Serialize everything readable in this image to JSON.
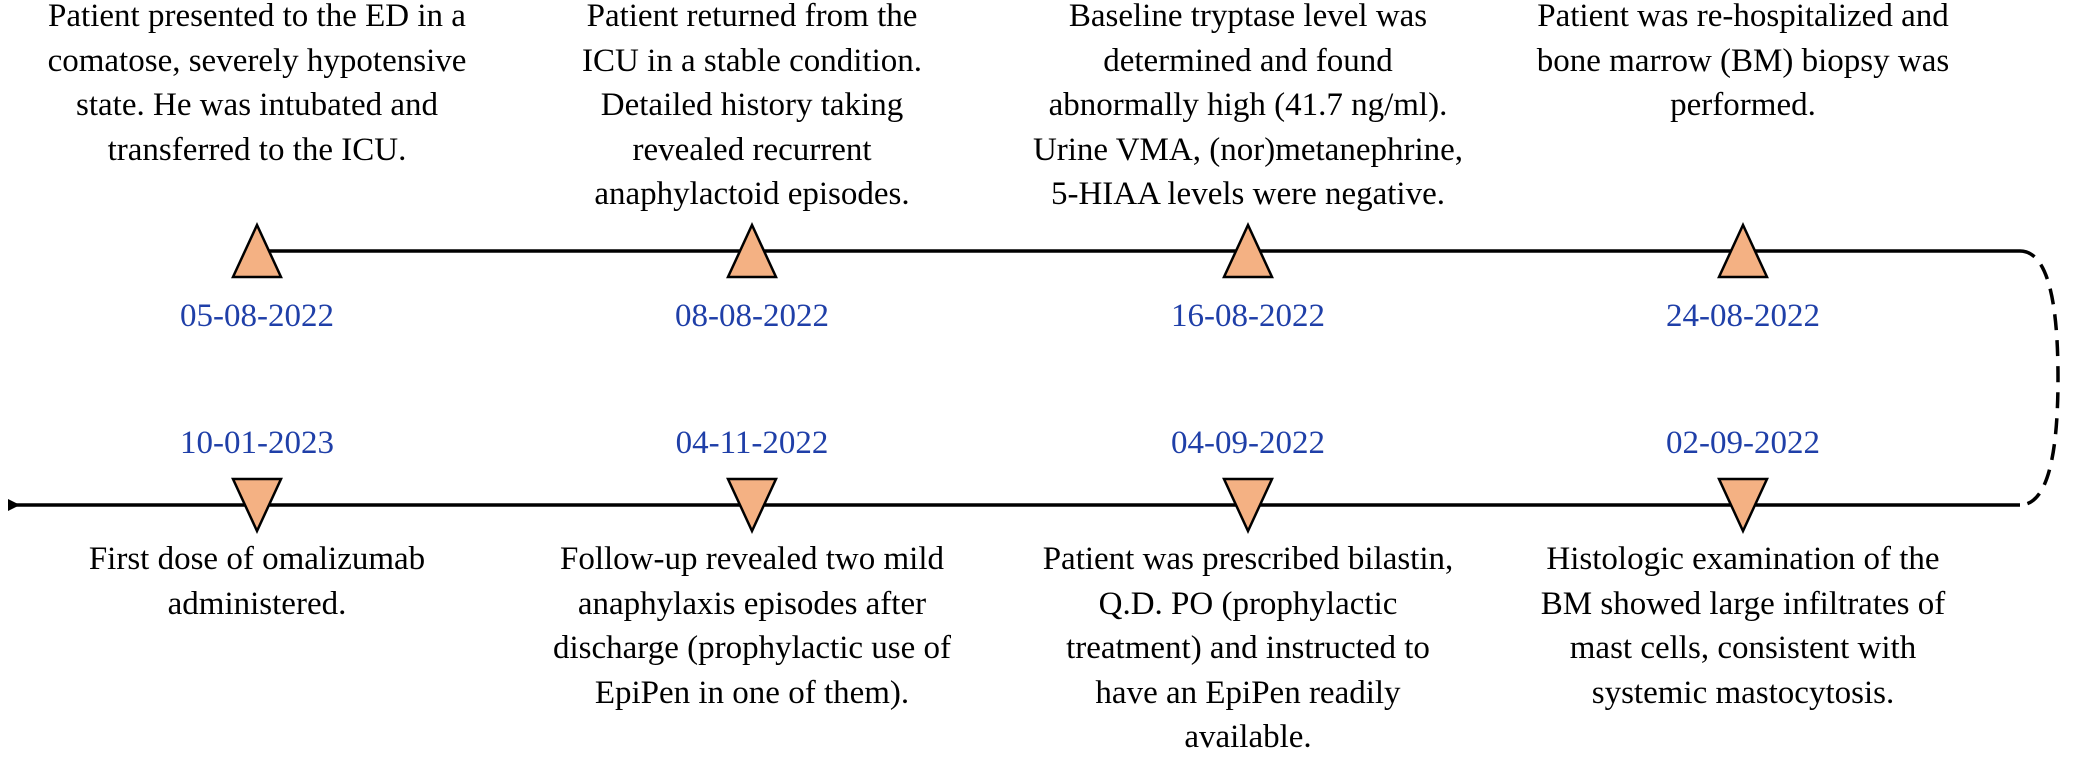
{
  "colors": {
    "line": "#000000",
    "marker_fill": "#F4B183",
    "marker_stroke": "#000000",
    "date_text": "#1F3FA8",
    "body_text": "#000000"
  },
  "timeline": {
    "top_row": [
      {
        "date": "05-08-2022",
        "lines": [
          "Patient presented to the ED in a",
          "comatose, severely hypotensive",
          "state. He was intubated and",
          "transferred to the ICU."
        ]
      },
      {
        "date": "08-08-2022",
        "lines": [
          "Patient returned from the",
          "ICU in a stable condition.",
          "Detailed history taking",
          "revealed recurrent",
          "anaphylactoid episodes."
        ]
      },
      {
        "date": "16-08-2022",
        "lines": [
          "Baseline tryptase level was",
          "determined and found",
          "abnormally high (41.7 ng/ml).",
          "Urine VMA, (nor)metanephrine,",
          "5-HIAA levels were negative."
        ]
      },
      {
        "date": "24-08-2022",
        "lines": [
          "Patient was re-hospitalized and",
          "bone marrow (BM) biopsy was",
          "performed."
        ]
      }
    ],
    "bottom_row": [
      {
        "date": "10-01-2023",
        "lines": [
          "First dose of omalizumab",
          "administered."
        ]
      },
      {
        "date": "04-11-2022",
        "lines": [
          "Follow-up revealed two mild",
          "anaphylaxis episodes after",
          "discharge (prophylactic use of",
          "EpiPen in one of them)."
        ]
      },
      {
        "date": "04-09-2022",
        "lines": [
          "Patient was prescribed bilastin,",
          "Q.D. PO (prophylactic",
          "treatment) and instructed to",
          "have an EpiPen readily",
          "available."
        ]
      },
      {
        "date": "02-09-2022",
        "lines": [
          "Histologic examination of the",
          "BM showed large infiltrates of",
          "mast cells, consistent with",
          "systemic mastocytosis."
        ]
      }
    ]
  }
}
